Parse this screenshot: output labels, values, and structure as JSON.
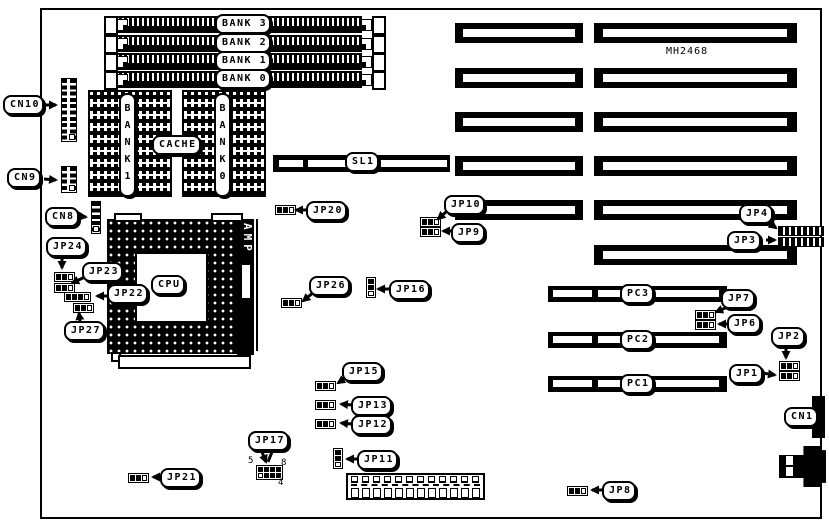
{
  "model": "MH2468",
  "memory": {
    "banks": [
      "BANK 3",
      "BANK 2",
      "BANK 1",
      "BANK 0"
    ]
  },
  "cache": {
    "title": "CACHE",
    "bank1": "BANK1",
    "bank0": "BANK0"
  },
  "cpu": {
    "title": "CPU",
    "brand": "AMP"
  },
  "slots": {
    "sl1": "SL1",
    "pc3": "PC3",
    "pc2": "PC2",
    "pc1": "PC1"
  },
  "connectors": {
    "cn10": "CN10",
    "cn9": "CN9",
    "cn8": "CN8",
    "cn1": "CN1"
  },
  "jumpers": {
    "jp1": "JP1",
    "jp2": "JP2",
    "jp3": "JP3",
    "jp4": "JP4",
    "jp6": "JP6",
    "jp7": "JP7",
    "jp8": "JP8",
    "jp9": "JP9",
    "jp10": "JP10",
    "jp11": "JP11",
    "jp12": "JP12",
    "jp13": "JP13",
    "jp15": "JP15",
    "jp16": "JP16",
    "jp17": "JP17",
    "jp20": "JP20",
    "jp21": "JP21",
    "jp22": "JP22",
    "jp23": "JP23",
    "jp24": "JP24",
    "jp26": "JP26",
    "jp27": "JP27"
  },
  "jp17_pins": {
    "p5": "5",
    "p8": "8",
    "p4": "4"
  }
}
